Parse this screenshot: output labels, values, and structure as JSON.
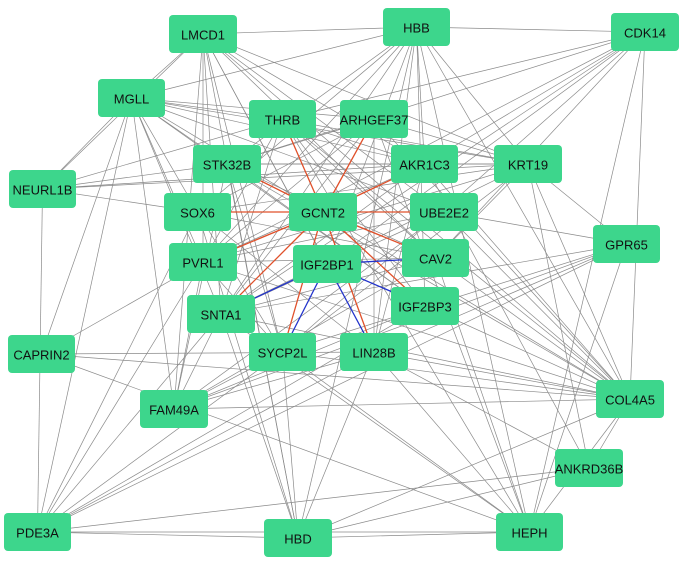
{
  "colors": {
    "node_fill": "#3dd68c",
    "edge_default": "#8a8a8a",
    "edge_gcnt2": "#e0502a",
    "edge_igf2bp1": "#2233cc",
    "label": "#111111"
  },
  "nodes": [
    {
      "id": "LMCD1",
      "label": "LMCD1"
    },
    {
      "id": "HBB",
      "label": "HBB"
    },
    {
      "id": "CDK14",
      "label": "CDK14"
    },
    {
      "id": "MGLL",
      "label": "MGLL"
    },
    {
      "id": "THRB",
      "label": "THRB"
    },
    {
      "id": "ARHGEF37",
      "label": "ARHGEF37"
    },
    {
      "id": "STK32B",
      "label": "STK32B"
    },
    {
      "id": "AKR1C3",
      "label": "AKR1C3"
    },
    {
      "id": "KRT19",
      "label": "KRT19"
    },
    {
      "id": "NEURL1B",
      "label": "NEURL1B"
    },
    {
      "id": "SOX6",
      "label": "SOX6"
    },
    {
      "id": "GCNT2",
      "label": "GCNT2"
    },
    {
      "id": "UBE2E2",
      "label": "UBE2E2"
    },
    {
      "id": "GPR65",
      "label": "GPR65"
    },
    {
      "id": "PVRL1",
      "label": "PVRL1"
    },
    {
      "id": "IGF2BP1",
      "label": "IGF2BP1"
    },
    {
      "id": "CAV2",
      "label": "CAV2"
    },
    {
      "id": "SNTA1",
      "label": "SNTA1"
    },
    {
      "id": "IGF2BP3",
      "label": "IGF2BP3"
    },
    {
      "id": "SYCP2L",
      "label": "SYCP2L"
    },
    {
      "id": "LIN28B",
      "label": "LIN28B"
    },
    {
      "id": "CAPRIN2",
      "label": "CAPRIN2"
    },
    {
      "id": "FAM49A",
      "label": "FAM49A"
    },
    {
      "id": "COL4A5",
      "label": "COL4A5"
    },
    {
      "id": "ANKRD36B",
      "label": "ANKRD36B"
    },
    {
      "id": "PDE3A",
      "label": "PDE3A"
    },
    {
      "id": "HBD",
      "label": "HBD"
    },
    {
      "id": "HEPH",
      "label": "HEPH"
    }
  ],
  "edges": [
    [
      "GCNT2",
      "THRB",
      "gcnt2"
    ],
    [
      "GCNT2",
      "ARHGEF37",
      "gcnt2"
    ],
    [
      "GCNT2",
      "STK32B",
      "gcnt2"
    ],
    [
      "GCNT2",
      "AKR1C3",
      "gcnt2"
    ],
    [
      "GCNT2",
      "SOX6",
      "gcnt2"
    ],
    [
      "GCNT2",
      "UBE2E2",
      "gcnt2"
    ],
    [
      "GCNT2",
      "PVRL1",
      "gcnt2"
    ],
    [
      "GCNT2",
      "CAV2",
      "gcnt2"
    ],
    [
      "GCNT2",
      "SNTA1",
      "gcnt2"
    ],
    [
      "GCNT2",
      "SYCP2L",
      "gcnt2"
    ],
    [
      "GCNT2",
      "LIN28B",
      "gcnt2"
    ],
    [
      "GCNT2",
      "IGF2BP3",
      "gcnt2"
    ],
    [
      "IGF2BP1",
      "CAV2",
      "igf2bp1"
    ],
    [
      "IGF2BP1",
      "SNTA1",
      "igf2bp1"
    ],
    [
      "IGF2BP1",
      "SYCP2L",
      "igf2bp1"
    ],
    [
      "IGF2BP1",
      "LIN28B",
      "igf2bp1"
    ],
    [
      "IGF2BP1",
      "IGF2BP3",
      "igf2bp1"
    ],
    [
      "LMCD1",
      "HBB",
      "default"
    ],
    [
      "LMCD1",
      "MGLL",
      "default"
    ],
    [
      "LMCD1",
      "NEURL1B",
      "default"
    ],
    [
      "LMCD1",
      "AKR1C3",
      "default"
    ],
    [
      "LMCD1",
      "KRT19",
      "default"
    ],
    [
      "LMCD1",
      "UBE2E2",
      "default"
    ],
    [
      "LMCD1",
      "SNTA1",
      "default"
    ],
    [
      "LMCD1",
      "LIN28B",
      "default"
    ],
    [
      "LMCD1",
      "CAV2",
      "default"
    ],
    [
      "LMCD1",
      "IGF2BP1",
      "default"
    ],
    [
      "LMCD1",
      "SYCP2L",
      "default"
    ],
    [
      "LMCD1",
      "COL4A5",
      "default"
    ],
    [
      "LMCD1",
      "HBD",
      "default"
    ],
    [
      "LMCD1",
      "PVRL1",
      "default"
    ],
    [
      "LMCD1",
      "FAM49A",
      "default"
    ],
    [
      "HBB",
      "CDK14",
      "default"
    ],
    [
      "HBB",
      "MGLL",
      "default"
    ],
    [
      "HBB",
      "STK32B",
      "default"
    ],
    [
      "HBB",
      "SOX6",
      "default"
    ],
    [
      "HBB",
      "PVRL1",
      "default"
    ],
    [
      "HBB",
      "KRT19",
      "default"
    ],
    [
      "HBB",
      "AKR1C3",
      "default"
    ],
    [
      "HBB",
      "IGF2BP3",
      "default"
    ],
    [
      "HBB",
      "LIN28B",
      "default"
    ],
    [
      "HBB",
      "HEPH",
      "default"
    ],
    [
      "HBB",
      "COL4A5",
      "default"
    ],
    [
      "HBB",
      "SNTA1",
      "default"
    ],
    [
      "HBB",
      "HBD",
      "default"
    ],
    [
      "HBB",
      "IGF2BP1",
      "default"
    ],
    [
      "CDK14",
      "THRB",
      "default"
    ],
    [
      "CDK14",
      "STK32B",
      "default"
    ],
    [
      "CDK14",
      "AKR1C3",
      "default"
    ],
    [
      "CDK14",
      "SNTA1",
      "default"
    ],
    [
      "CDK14",
      "PVRL1",
      "default"
    ],
    [
      "CDK14",
      "IGF2BP1",
      "default"
    ],
    [
      "CDK14",
      "COL4A5",
      "default"
    ],
    [
      "CDK14",
      "HEPH",
      "default"
    ],
    [
      "CDK14",
      "SYCP2L",
      "default"
    ],
    [
      "CDK14",
      "CAV2",
      "default"
    ],
    [
      "MGLL",
      "NEURL1B",
      "default"
    ],
    [
      "MGLL",
      "THRB",
      "default"
    ],
    [
      "MGLL",
      "ARHGEF37",
      "default"
    ],
    [
      "MGLL",
      "STK32B",
      "default"
    ],
    [
      "MGLL",
      "AKR1C3",
      "default"
    ],
    [
      "MGLL",
      "KRT19",
      "default"
    ],
    [
      "MGLL",
      "SOX6",
      "default"
    ],
    [
      "MGLL",
      "UBE2E2",
      "default"
    ],
    [
      "MGLL",
      "PVRL1",
      "default"
    ],
    [
      "MGLL",
      "FAM49A",
      "default"
    ],
    [
      "MGLL",
      "PDE3A",
      "default"
    ],
    [
      "MGLL",
      "COL4A5",
      "default"
    ],
    [
      "MGLL",
      "IGF2BP3",
      "default"
    ],
    [
      "MGLL",
      "SNTA1",
      "default"
    ],
    [
      "MGLL",
      "CAPRIN2",
      "default"
    ],
    [
      "NEURL1B",
      "THRB",
      "default"
    ],
    [
      "NEURL1B",
      "STK32B",
      "default"
    ],
    [
      "NEURL1B",
      "AKR1C3",
      "default"
    ],
    [
      "NEURL1B",
      "KRT19",
      "default"
    ],
    [
      "NEURL1B",
      "PDE3A",
      "default"
    ],
    [
      "NEURL1B",
      "SOX6",
      "default"
    ],
    [
      "THRB",
      "KRT19",
      "default"
    ],
    [
      "THRB",
      "AKR1C3",
      "default"
    ],
    [
      "THRB",
      "COL4A5",
      "default"
    ],
    [
      "THRB",
      "SNTA1",
      "default"
    ],
    [
      "THRB",
      "HEPH",
      "default"
    ],
    [
      "THRB",
      "IGF2BP3",
      "default"
    ],
    [
      "THRB",
      "PVRL1",
      "default"
    ],
    [
      "THRB",
      "CAV2",
      "default"
    ],
    [
      "ARHGEF37",
      "KRT19",
      "default"
    ],
    [
      "ARHGEF37",
      "STK32B",
      "default"
    ],
    [
      "ARHGEF37",
      "SOX6",
      "default"
    ],
    [
      "ARHGEF37",
      "COL4A5",
      "default"
    ],
    [
      "ARHGEF37",
      "LIN28B",
      "default"
    ],
    [
      "ARHGEF37",
      "SNTA1",
      "default"
    ],
    [
      "ARHGEF37",
      "HEPH",
      "default"
    ],
    [
      "ARHGEF37",
      "PVRL1",
      "default"
    ],
    [
      "STK32B",
      "KRT19",
      "default"
    ],
    [
      "STK32B",
      "AKR1C3",
      "default"
    ],
    [
      "STK32B",
      "CAV2",
      "default"
    ],
    [
      "STK32B",
      "IGF2BP3",
      "default"
    ],
    [
      "STK32B",
      "FAM49A",
      "default"
    ],
    [
      "STK32B",
      "SYCP2L",
      "default"
    ],
    [
      "STK32B",
      "HBD",
      "default"
    ],
    [
      "STK32B",
      "COL4A5",
      "default"
    ],
    [
      "AKR1C3",
      "KRT19",
      "default"
    ],
    [
      "AKR1C3",
      "SNTA1",
      "default"
    ],
    [
      "AKR1C3",
      "ANKRD36B",
      "default"
    ],
    [
      "AKR1C3",
      "PVRL1",
      "default"
    ],
    [
      "AKR1C3",
      "LIN28B",
      "default"
    ],
    [
      "AKR1C3",
      "COL4A5",
      "default"
    ],
    [
      "KRT19",
      "GPR65",
      "default"
    ],
    [
      "KRT19",
      "SOX6",
      "default"
    ],
    [
      "KRT19",
      "PVRL1",
      "default"
    ],
    [
      "KRT19",
      "SNTA1",
      "default"
    ],
    [
      "KRT19",
      "SYCP2L",
      "default"
    ],
    [
      "KRT19",
      "COL4A5",
      "default"
    ],
    [
      "KRT19",
      "ANKRD36B",
      "default"
    ],
    [
      "KRT19",
      "CAV2",
      "default"
    ],
    [
      "SOX6",
      "CAV2",
      "default"
    ],
    [
      "SOX6",
      "SYCP2L",
      "default"
    ],
    [
      "SOX6",
      "HBD",
      "default"
    ],
    [
      "SOX6",
      "LIN28B",
      "default"
    ],
    [
      "SOX6",
      "PDE3A",
      "default"
    ],
    [
      "UBE2E2",
      "GPR65",
      "default"
    ],
    [
      "UBE2E2",
      "PVRL1",
      "default"
    ],
    [
      "UBE2E2",
      "COL4A5",
      "default"
    ],
    [
      "UBE2E2",
      "SNTA1",
      "default"
    ],
    [
      "UBE2E2",
      "FAM49A",
      "default"
    ],
    [
      "GPR65",
      "SNTA1",
      "default"
    ],
    [
      "GPR65",
      "FAM49A",
      "default"
    ],
    [
      "GPR65",
      "SYCP2L",
      "default"
    ],
    [
      "GPR65",
      "LIN28B",
      "default"
    ],
    [
      "GPR65",
      "HEPH",
      "default"
    ],
    [
      "GPR65",
      "PDE3A",
      "default"
    ],
    [
      "PVRL1",
      "CAPRIN2",
      "default"
    ],
    [
      "PVRL1",
      "SYCP2L",
      "default"
    ],
    [
      "PVRL1",
      "PDE3A",
      "default"
    ],
    [
      "PVRL1",
      "FAM49A",
      "default"
    ],
    [
      "PVRL1",
      "COL4A5",
      "default"
    ],
    [
      "PVRL1",
      "CAV2",
      "default"
    ],
    [
      "CAV2",
      "COL4A5",
      "default"
    ],
    [
      "CAV2",
      "SNTA1",
      "default"
    ],
    [
      "CAV2",
      "FAM49A",
      "default"
    ],
    [
      "CAV2",
      "HEPH",
      "default"
    ],
    [
      "SNTA1",
      "FAM49A",
      "default"
    ],
    [
      "SNTA1",
      "PDE3A",
      "default"
    ],
    [
      "SNTA1",
      "HBD",
      "default"
    ],
    [
      "SNTA1",
      "COL4A5",
      "default"
    ],
    [
      "SNTA1",
      "HEPH",
      "default"
    ],
    [
      "IGF2BP3",
      "COL4A5",
      "default"
    ],
    [
      "IGF2BP3",
      "FAM49A",
      "default"
    ],
    [
      "IGF2BP3",
      "PDE3A",
      "default"
    ],
    [
      "SYCP2L",
      "COL4A5",
      "default"
    ],
    [
      "SYCP2L",
      "HEPH",
      "default"
    ],
    [
      "SYCP2L",
      "FAM49A",
      "default"
    ],
    [
      "SYCP2L",
      "PDE3A",
      "default"
    ],
    [
      "SYCP2L",
      "HBD",
      "default"
    ],
    [
      "LIN28B",
      "COL4A5",
      "default"
    ],
    [
      "LIN28B",
      "HEPH",
      "default"
    ],
    [
      "LIN28B",
      "ANKRD36B",
      "default"
    ],
    [
      "LIN28B",
      "CAPRIN2",
      "default"
    ],
    [
      "LIN28B",
      "HBD",
      "default"
    ],
    [
      "LIN28B",
      "PDE3A",
      "default"
    ],
    [
      "LIN28B",
      "FAM49A",
      "default"
    ],
    [
      "CAPRIN2",
      "COL4A5",
      "default"
    ],
    [
      "CAPRIN2",
      "HEPH",
      "default"
    ],
    [
      "FAM49A",
      "COL4A5",
      "default"
    ],
    [
      "COL4A5",
      "ANKRD36B",
      "default"
    ],
    [
      "COL4A5",
      "HEPH",
      "default"
    ],
    [
      "COL4A5",
      "HBD",
      "default"
    ],
    [
      "ANKRD36B",
      "PDE3A",
      "default"
    ],
    [
      "ANKRD36B",
      "HBD",
      "default"
    ],
    [
      "PDE3A",
      "HBD",
      "default"
    ],
    [
      "PDE3A",
      "HEPH",
      "default"
    ],
    [
      "HBD",
      "HEPH",
      "default"
    ]
  ]
}
